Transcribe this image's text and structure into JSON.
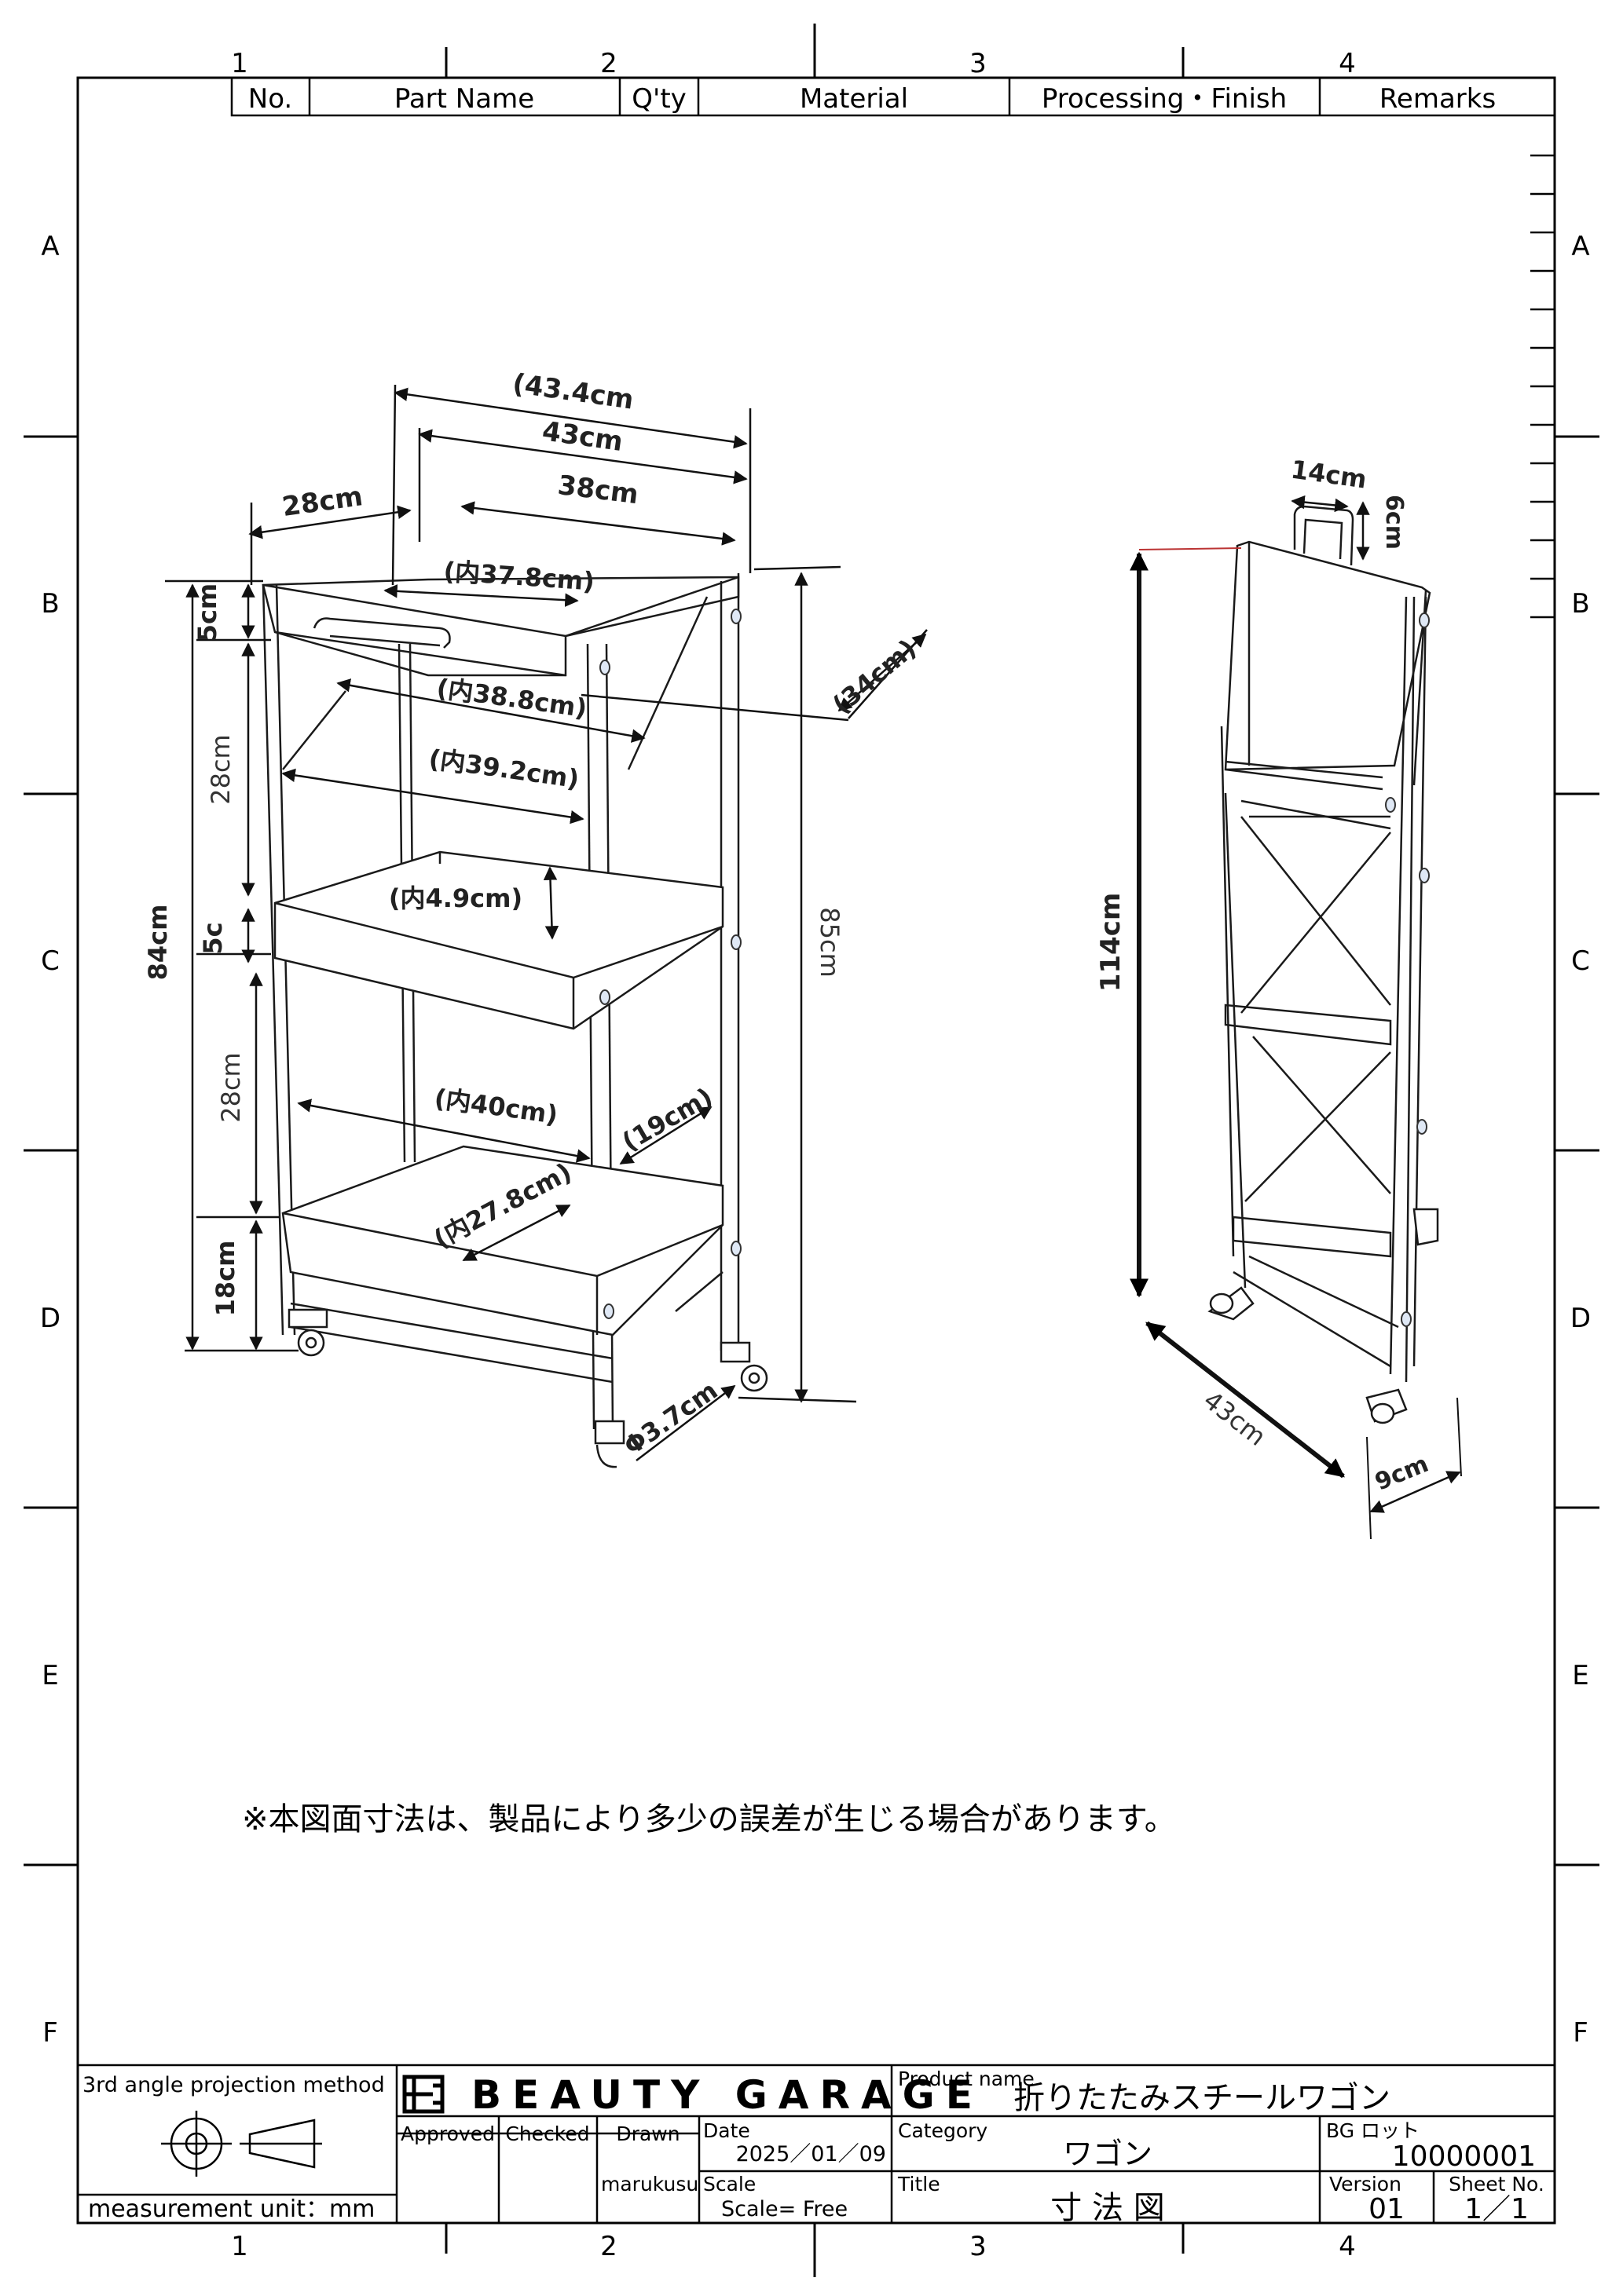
{
  "grid": {
    "columns": [
      "1",
      "2",
      "3",
      "4"
    ],
    "rows": [
      "A",
      "B",
      "C",
      "D",
      "E",
      "F"
    ]
  },
  "parts_header": [
    "No.",
    "Part Name",
    "Q'ty",
    "Material",
    "Processing・Finish",
    "Remarks"
  ],
  "front_view": {
    "dims": {
      "w434": "(43.4cm",
      "w43": "43cm",
      "w38": "38cm",
      "d28": "28cm",
      "in378": "(内37.8cm)",
      "in388": "(内38.8cm)",
      "in392": "(内39.2cm)",
      "in49": "(内4.9cm)",
      "in40": "(内40cm)",
      "in278": "(内27.8cm)",
      "d34": "(34cm)",
      "d19": "(19cm)",
      "h5": "5cm",
      "h28a": "28cm",
      "h5c": "5c",
      "h28b": "28cm",
      "h18": "18cm",
      "h84": "84cm",
      "h85": "85cm",
      "wheel": "Φ3.7cm"
    }
  },
  "folded_view": {
    "dims": {
      "w14": "14cm",
      "h6": "6cm",
      "h114": "114cm",
      "d43": "43cm",
      "d9": "9cm"
    }
  },
  "note": "※本図面寸法は、製品により多少の誤差が生じる場合があります。",
  "title_block": {
    "projection": "3rd angle projection method",
    "unit": "measurement unit：mm",
    "brand": "BEAUTY GARAGE",
    "approved": "Approved",
    "checked": "Checked",
    "drawn": "Drawn",
    "drawn_by": "marukusu",
    "date_label": "Date",
    "date": "2025／01／09",
    "scale_label": "Scale",
    "scale": "Scale= Free",
    "product_label": "Product name",
    "product": "折りたたみスチールワゴン",
    "category_label": "Category",
    "category": "ワゴン",
    "title_label": "Title",
    "title": "寸 法 図",
    "lot_label": "BG ロット",
    "lot": "10000001",
    "version_label": "Version",
    "version": "01",
    "sheet_label": "Sheet No.",
    "sheet": "1／1"
  }
}
